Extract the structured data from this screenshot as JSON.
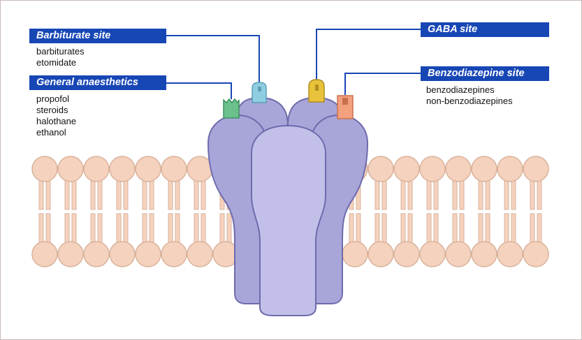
{
  "colors": {
    "label_bg": "#1746b5",
    "label_text": "#ffffff",
    "leader_line": "#1746b5",
    "lipid_head": "#f5d2bd",
    "lipid_outline": "#d9b29c",
    "receptor_fill": "#a8a6d8",
    "receptor_front": "#c2c0e8",
    "receptor_outline": "#6e6aad",
    "site_barbiturate": "#8fcde0",
    "site_general": "#6cc08c",
    "site_gaba": "#e8c23a",
    "site_benzodiazepine": "#f2a07e"
  },
  "sites": {
    "barbiturate": {
      "title": "Barbiturate site",
      "icon": "barbiturate-site-marker",
      "agents": [
        "barbiturates",
        "etomidate"
      ]
    },
    "general": {
      "title": "General anaesthetics",
      "icon": "general-anaesthetics-site-marker",
      "agents": [
        "propofol",
        "steroids",
        "halothane",
        "ethanol"
      ]
    },
    "gaba": {
      "title": "GABA site",
      "icon": "gaba-site-marker",
      "agents": []
    },
    "benzodiazepine": {
      "title": "Benzodiazepine site",
      "icon": "benzodiazepine-site-marker",
      "agents": [
        "benzodiazepines",
        "non-benzodiazepines"
      ]
    }
  }
}
